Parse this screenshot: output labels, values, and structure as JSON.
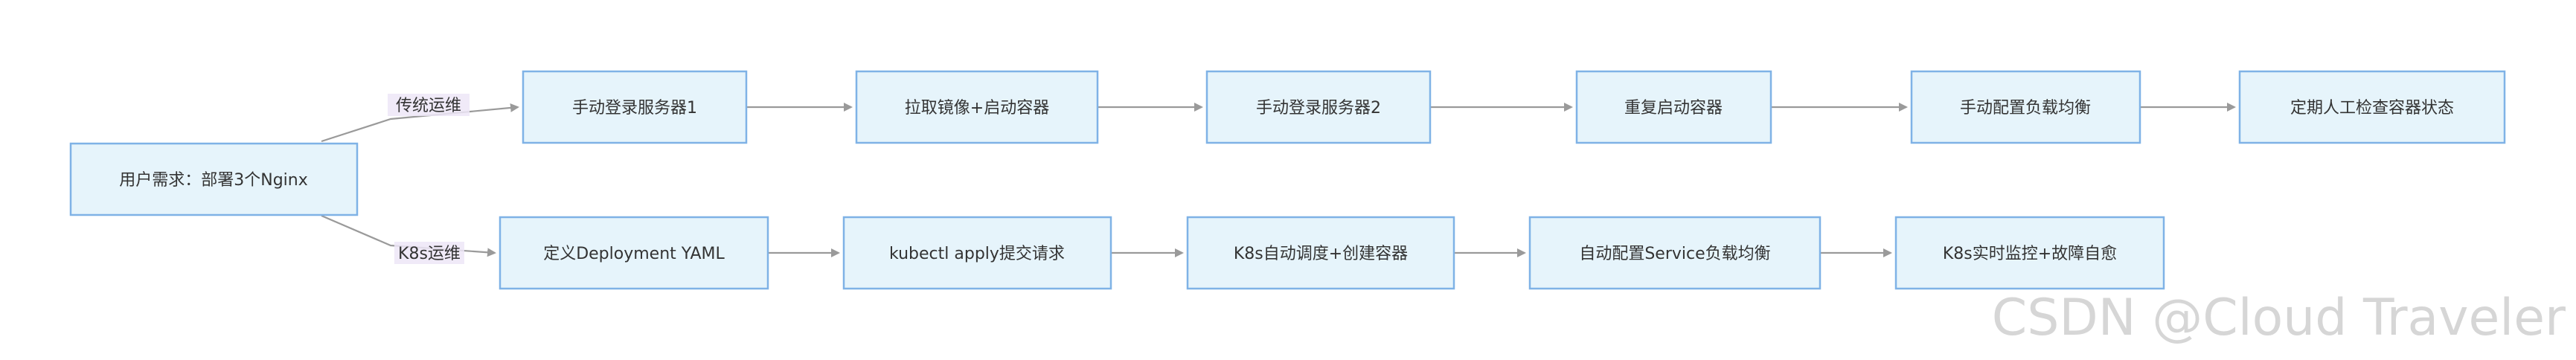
{
  "nodes": {
    "start": "用户需求：部署3个Nginx",
    "trad_1": "手动登录服务器1",
    "trad_2": "拉取镜像+启动容器",
    "trad_3": "手动登录服务器2",
    "trad_4": "重复启动容器",
    "trad_5": "手动配置负载均衡",
    "trad_6": "定期人工检查容器状态",
    "k8s_1": "定义Deployment YAML",
    "k8s_2": "kubectl apply提交请求",
    "k8s_3": "K8s自动调度+创建容器",
    "k8s_4": "自动配置Service负载均衡",
    "k8s_5": "K8s实时监控+故障自愈"
  },
  "edge_labels": {
    "traditional": "传统运维",
    "k8s": "K8s运维"
  },
  "watermark": "CSDN @Cloud Traveler",
  "colors": {
    "node_fill": "#e6f4fb",
    "node_stroke": "#7fb2e6",
    "edge": "#9a9a9a",
    "label_bg": "#ede6f7"
  }
}
